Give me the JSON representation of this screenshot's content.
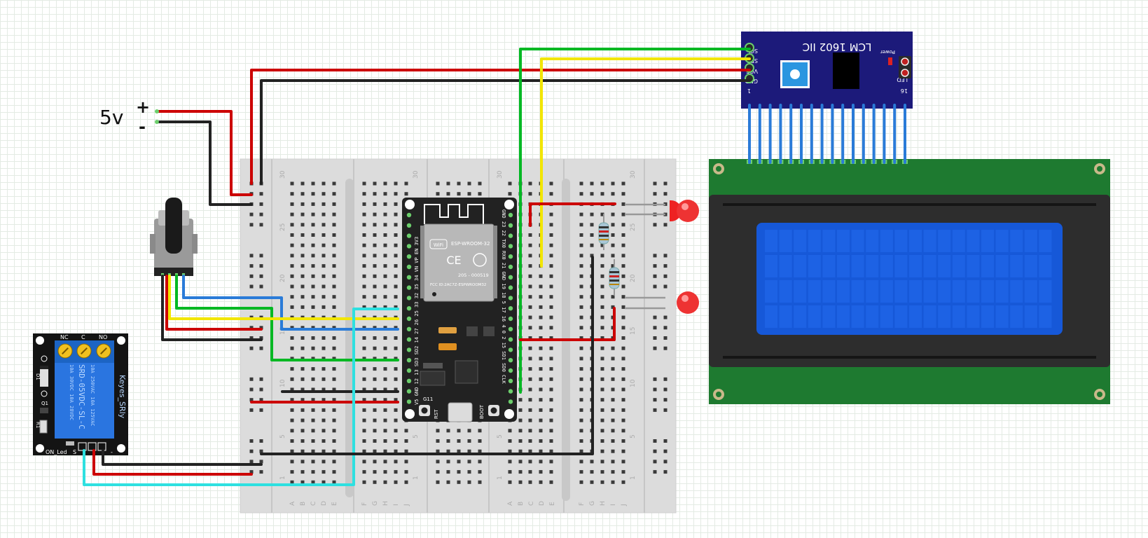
{
  "supply": {
    "label": "5v",
    "plus": "+",
    "minus": "-"
  },
  "breadboard": {
    "rows_top": [
      "30",
      "25",
      "20",
      "15",
      "10",
      "5",
      "1"
    ],
    "cols": [
      "A",
      "B",
      "C",
      "D",
      "E",
      "F",
      "G",
      "H",
      "I",
      "J"
    ]
  },
  "esp32": {
    "module": "ESP-WROOM-32",
    "wifi": "WiFi",
    "ce": "CE",
    "cert": "205 - 000519",
    "fcc": "FCC ID:2AC7Z-ESPWROOM32",
    "left_pins": "V5 GND 12 13 SD3 SD2 14 27 26 25 33 32 35 34 VN VP EN 3V3",
    "right_pins": "GND 23 22 TX0 RX0 21 GND 19 18 5 17 16 4 0 2 15 SD1 SD0 CLK",
    "rst": "RST",
    "boot": "BOOT",
    "g11": "G11"
  },
  "relay": {
    "terminals": [
      "NC",
      "C",
      "NO"
    ],
    "brand": "Keyes_SRly",
    "model": "SRD-05VDC-SL-C",
    "ratings": [
      "10A 250VAC  10A 125VAC",
      "10A 30VDC  10A 28VDC"
    ],
    "on_led": "ON_Led",
    "pin_s": "S",
    "pin_minus": "-",
    "d1": "D1",
    "q1": "Q1",
    "r1": "R1"
  },
  "i2c_module": {
    "title": "LCM 1602 IIC",
    "pins": [
      "SCL",
      "SDA",
      "VCC",
      "GND"
    ],
    "power": "Power",
    "led": "LED",
    "pin_one": "1",
    "pin_sixteen": "16"
  },
  "colors": {
    "red": "#cc0000",
    "black": "#222222",
    "green": "#00b823",
    "yellow": "#f2e600",
    "blue": "#2a7bd8",
    "cyan": "#2ee0e0",
    "lcd_pcb": "#1e7a30",
    "lcd_screen": "#1658d8",
    "i2c_board": "#1c1a7a",
    "relay_board": "#141414",
    "relay_body": "#2a75e0"
  }
}
